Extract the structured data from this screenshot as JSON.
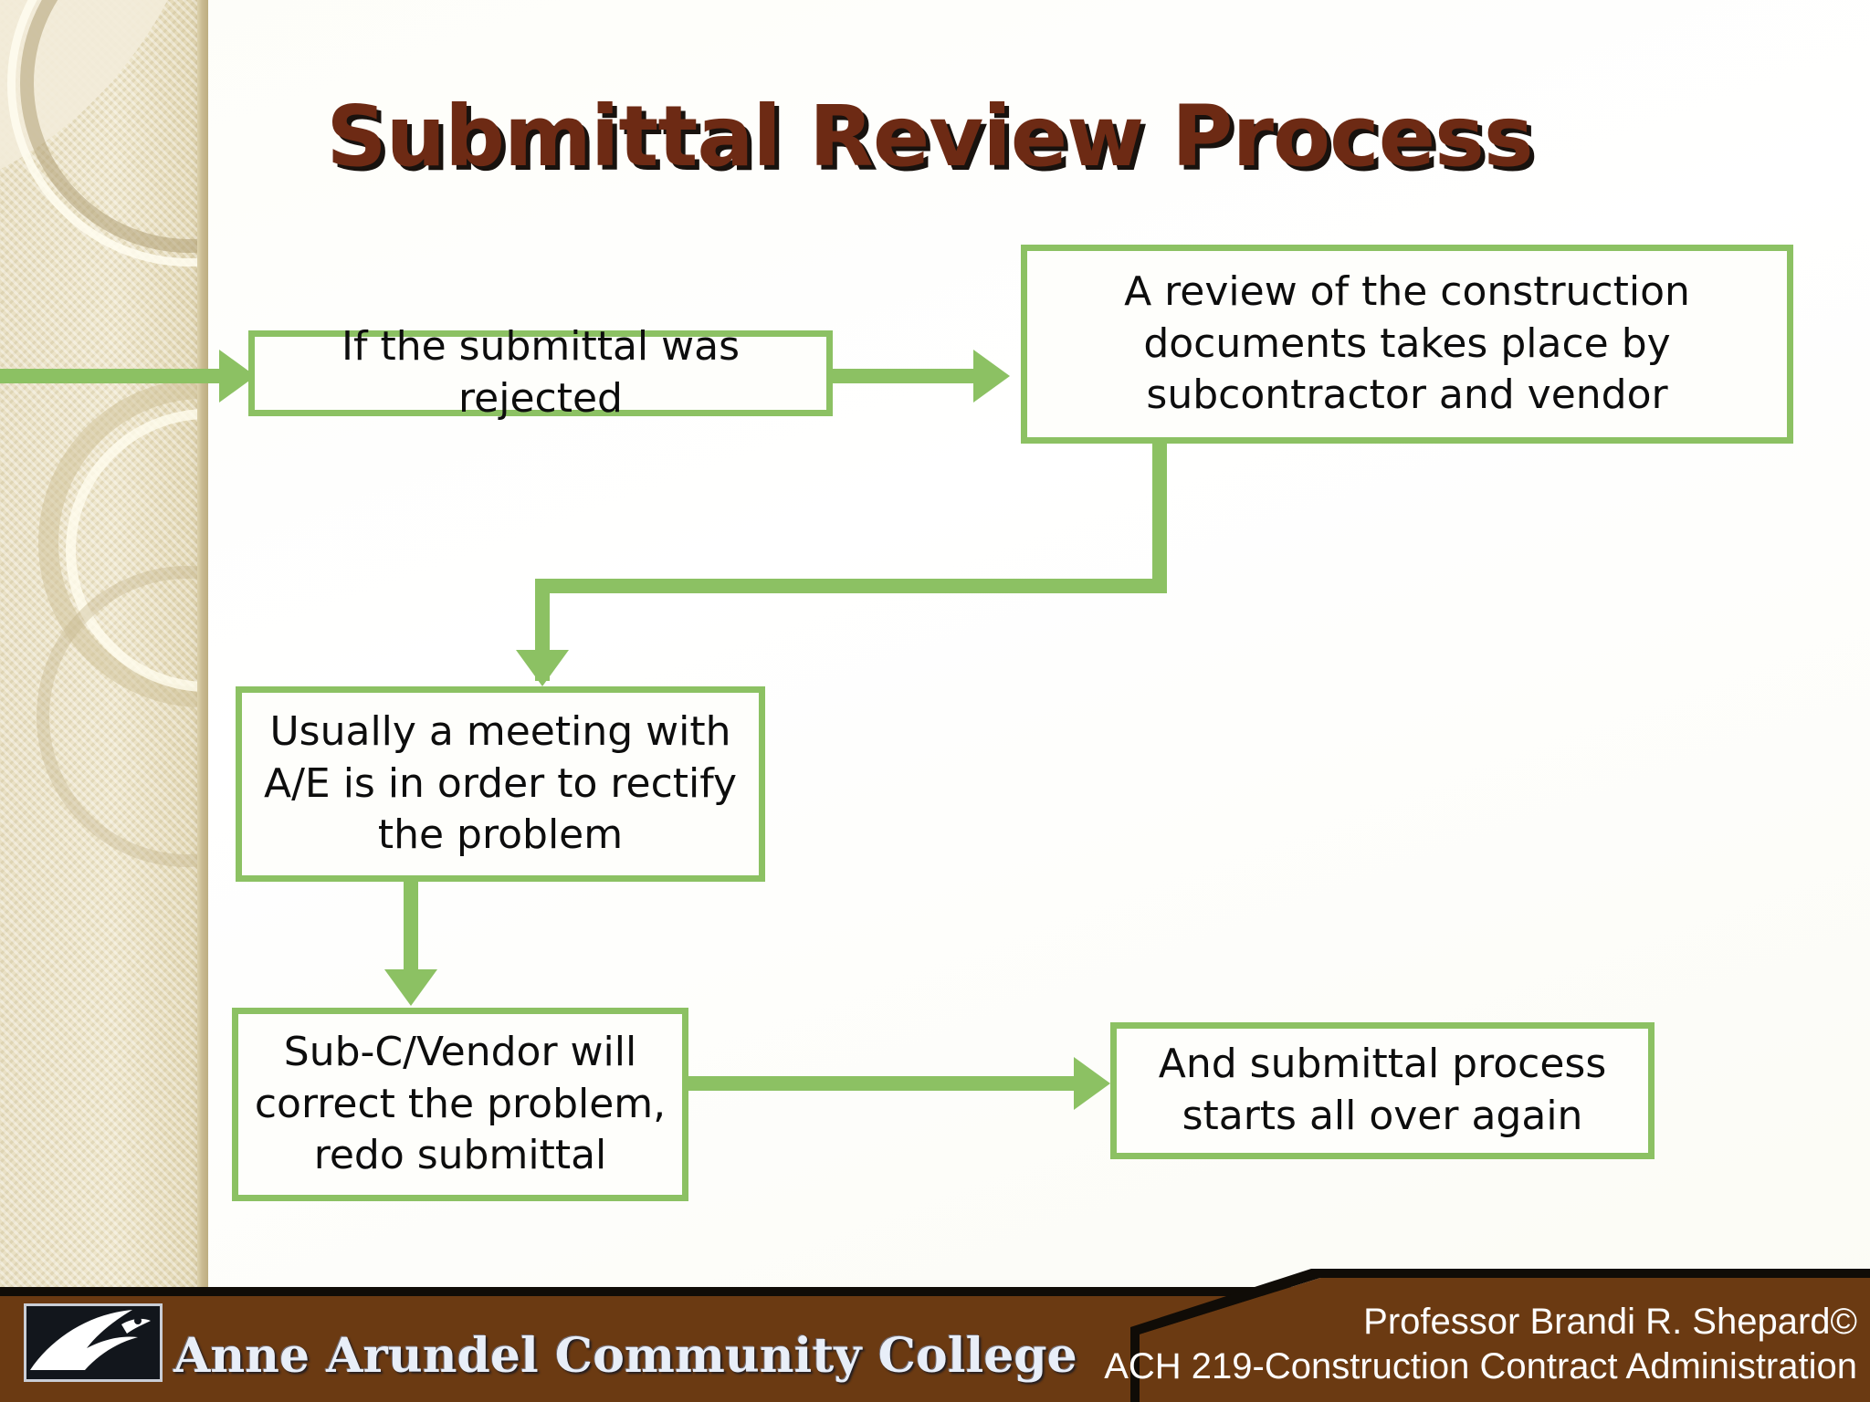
{
  "slide": {
    "title": "Submittal Review Process",
    "title_color": "#6d2a14",
    "accent_color": "#8cc163",
    "footer_color": "#6b3a12",
    "band_color": "#e9e0c4"
  },
  "flow": {
    "boxes": [
      {
        "id": "rejected",
        "text": "If the submittal was rejected"
      },
      {
        "id": "review",
        "text": "A review of the construction documents takes place by subcontractor and vendor"
      },
      {
        "id": "meeting",
        "text": "Usually a meeting with A/E is in order to rectify the problem"
      },
      {
        "id": "correct",
        "text": "Sub-C/Vendor will correct the problem, redo submittal"
      },
      {
        "id": "restart",
        "text": "And submittal process starts all over again"
      }
    ]
  },
  "footer": {
    "college_name": "Anne Arundel Community College",
    "logo_icon": "aacc-bird-logo-icon",
    "credit_line_1": "Professor Brandi R. Shepard©",
    "credit_line_2": "ACH 219-Construction Contract Administration"
  }
}
